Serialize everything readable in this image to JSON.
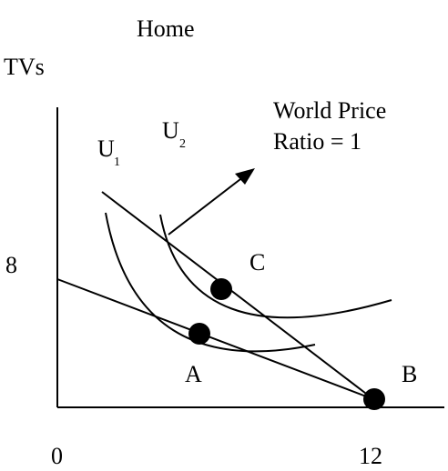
{
  "title": "Home",
  "y_axis_label": "TVs",
  "tick_y": "8",
  "tick_x_origin": "0",
  "tick_x": "12",
  "curve_labels": {
    "u1_letter": "U",
    "u1_sub": "1",
    "u2_letter": "U",
    "u2_sub": "2"
  },
  "world_price": {
    "line1": "World Price",
    "line2": "Ratio = 1"
  },
  "points": {
    "a": "A",
    "b": "B",
    "c": "C"
  }
}
